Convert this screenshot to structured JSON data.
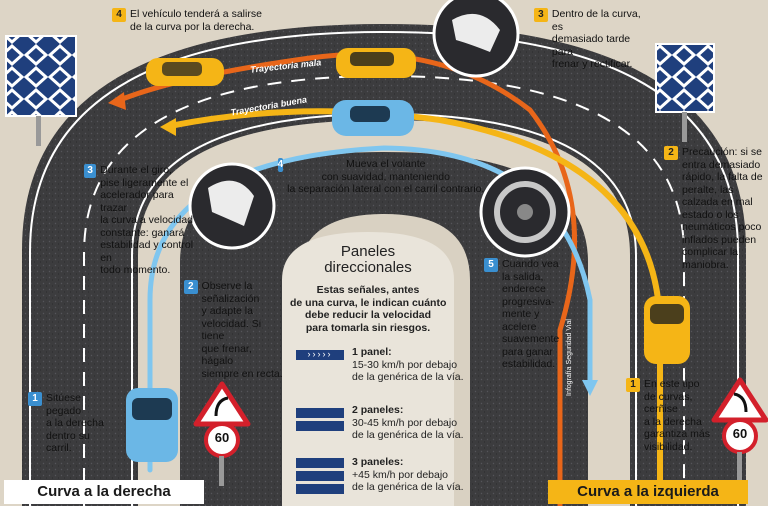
{
  "steps": {
    "top4": {
      "num": "4",
      "lines": [
        "El vehículo tenderá a salirse",
        "de la curva por la derecha."
      ]
    },
    "top3": {
      "num": "3",
      "lines": [
        "Dentro de la curva, es",
        "demasiado tarde para",
        "frenar y rectificar."
      ]
    },
    "left3": {
      "num": "3",
      "lines": [
        "Durante el giro,",
        "pise ligeramente el",
        "acelerador para trazar",
        "la curva a velocidad",
        "constante: ganará",
        "estabilidad y control en",
        "todo momento."
      ]
    },
    "mid4": {
      "num": "4",
      "lines": [
        "Mueva el volante",
        "con suavidad, manteniendo",
        "la separación lateral con el carril contrario."
      ]
    },
    "right2": {
      "num": "2",
      "lines": [
        "Precaución: si se",
        "entra demasiado",
        "rápido, la falta de",
        "peralte, las",
        "calzada en mal",
        "estado o los",
        "neumáticos poco",
        "inflados pueden",
        "complicar la",
        "maniobra."
      ]
    },
    "left2": {
      "num": "2",
      "lines": [
        "Observe la",
        "señalización",
        "y adapte la",
        "velocidad. Si tiene",
        "que frenar, hágalo",
        "siempre en recta."
      ]
    },
    "right5": {
      "num": "5",
      "lines": [
        "Cuando vea",
        "la salida,",
        "enderece",
        "progresiva-",
        "mente y",
        "acelere",
        "suavemente",
        "para ganar",
        "estabilidad."
      ]
    },
    "left1": {
      "num": "1",
      "lines": [
        "Sitúese",
        "pegado",
        "a la derecha",
        "dentro su",
        "carril."
      ]
    },
    "right1": {
      "num": "1",
      "lines": [
        "En este tipo",
        "de curvas,",
        "cerñise",
        "a la derecha",
        "garantiza más",
        "visibilidad."
      ]
    }
  },
  "trajectory": {
    "bad": "Trayectoria mala",
    "good": "Trayectoria buena"
  },
  "panels": {
    "title_line1": "Paneles",
    "title_line2": "direccionales",
    "desc_lines": [
      "Estas señales, antes",
      "de una curva, le indican cuánto",
      "debe reducir la velocidad",
      "para tomarla sin riesgos."
    ],
    "items": [
      {
        "title": "1 panel:",
        "lines": [
          "15-30 km/h por debajo",
          "de la genérica de la vía."
        ]
      },
      {
        "title": "2 paneles:",
        "lines": [
          "30-45 km/h por debajo",
          "de la genérica de la vía."
        ]
      },
      {
        "title": "3 paneles:",
        "lines": [
          "+45 km/h por debajo",
          "de la genérica de la vía."
        ]
      }
    ]
  },
  "signs": {
    "speed_left": "60",
    "speed_right": "60"
  },
  "footer": {
    "left": "Curva a la derecha",
    "right": "Curva a la izquierda"
  },
  "credit": "Infografía Seguridad Vial",
  "colors": {
    "yellow": "#f5b516",
    "blue": "#3a8fd0",
    "asphalt": "#3c3c3e",
    "orange": "#e8661a"
  }
}
